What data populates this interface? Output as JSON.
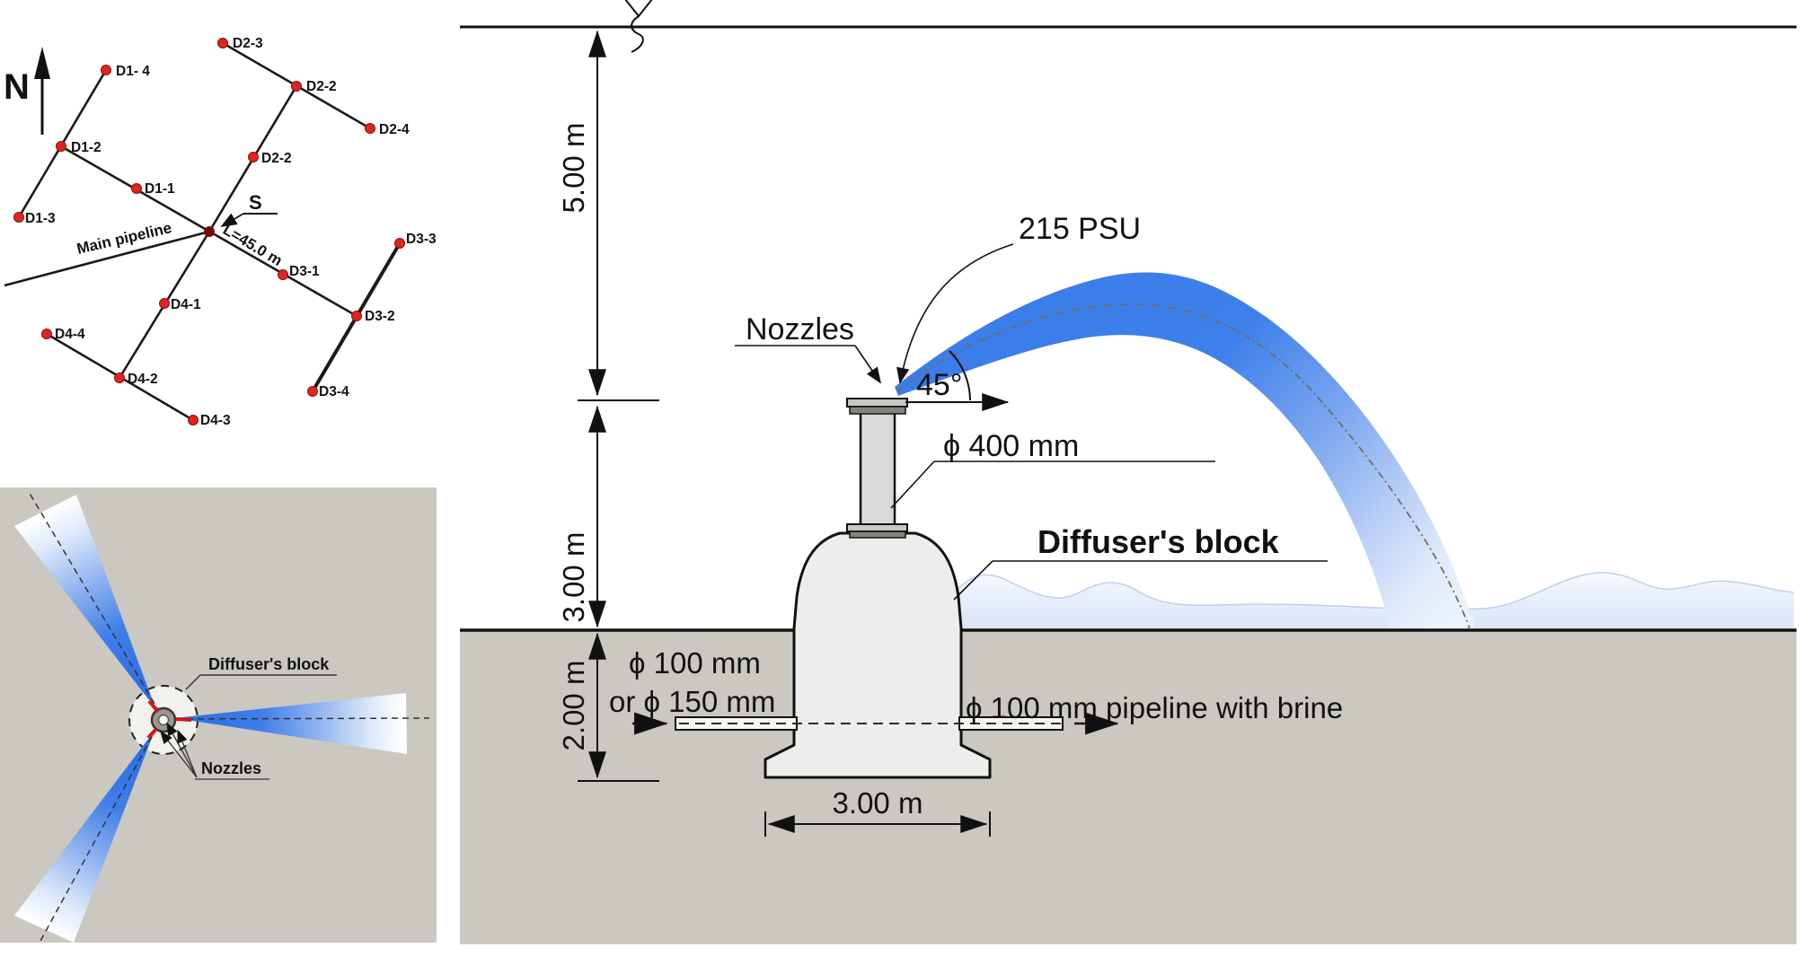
{
  "map": {
    "north_label": "N",
    "main_pipeline_label": "Main pipeline",
    "length_label": "L=45.0 m",
    "source_label": "S",
    "nodes": [
      {
        "label": "D2-3"
      },
      {
        "label": "D1- 4"
      },
      {
        "label": "D2-2"
      },
      {
        "label": "D2-4"
      },
      {
        "label": "D1-2"
      },
      {
        "label": "D2-2"
      },
      {
        "label": "D1-1"
      },
      {
        "label": "D1-3"
      },
      {
        "label": "D3-3"
      },
      {
        "label": "D3-1"
      },
      {
        "label": "D3-2"
      },
      {
        "label": "D3-4"
      },
      {
        "label": "D4-1"
      },
      {
        "label": "D4-4"
      },
      {
        "label": "D4-2"
      },
      {
        "label": "D4-3"
      }
    ]
  },
  "section": {
    "water_depth_dim": "5.00 m",
    "block_height_dim": "3.00 m",
    "buried_depth_dim": "2.00 m",
    "base_width_dim": "3.00 m",
    "salinity_label": "215 PSU",
    "nozzles_label": "Nozzles",
    "jet_angle_label": "45°",
    "riser_diameter_label": "ϕ 400 mm",
    "block_label": "Diffuser's block",
    "pipe_diameter_line1": "ϕ 100 mm",
    "pipe_diameter_line2": "or ϕ 150 mm",
    "brine_pipeline_label": "ϕ 100 mm pipeline with brine"
  },
  "plan": {
    "block_label": "Diffuser's block",
    "nozzles_label": "Nozzles"
  },
  "colors": {
    "jet_blue": "#3b7de9",
    "ground_gray": "#cbc8c1",
    "panel_gray": "#cac8c1",
    "block_fill": "#ededeb",
    "node_red": "#e02420",
    "line_black": "#111111"
  }
}
